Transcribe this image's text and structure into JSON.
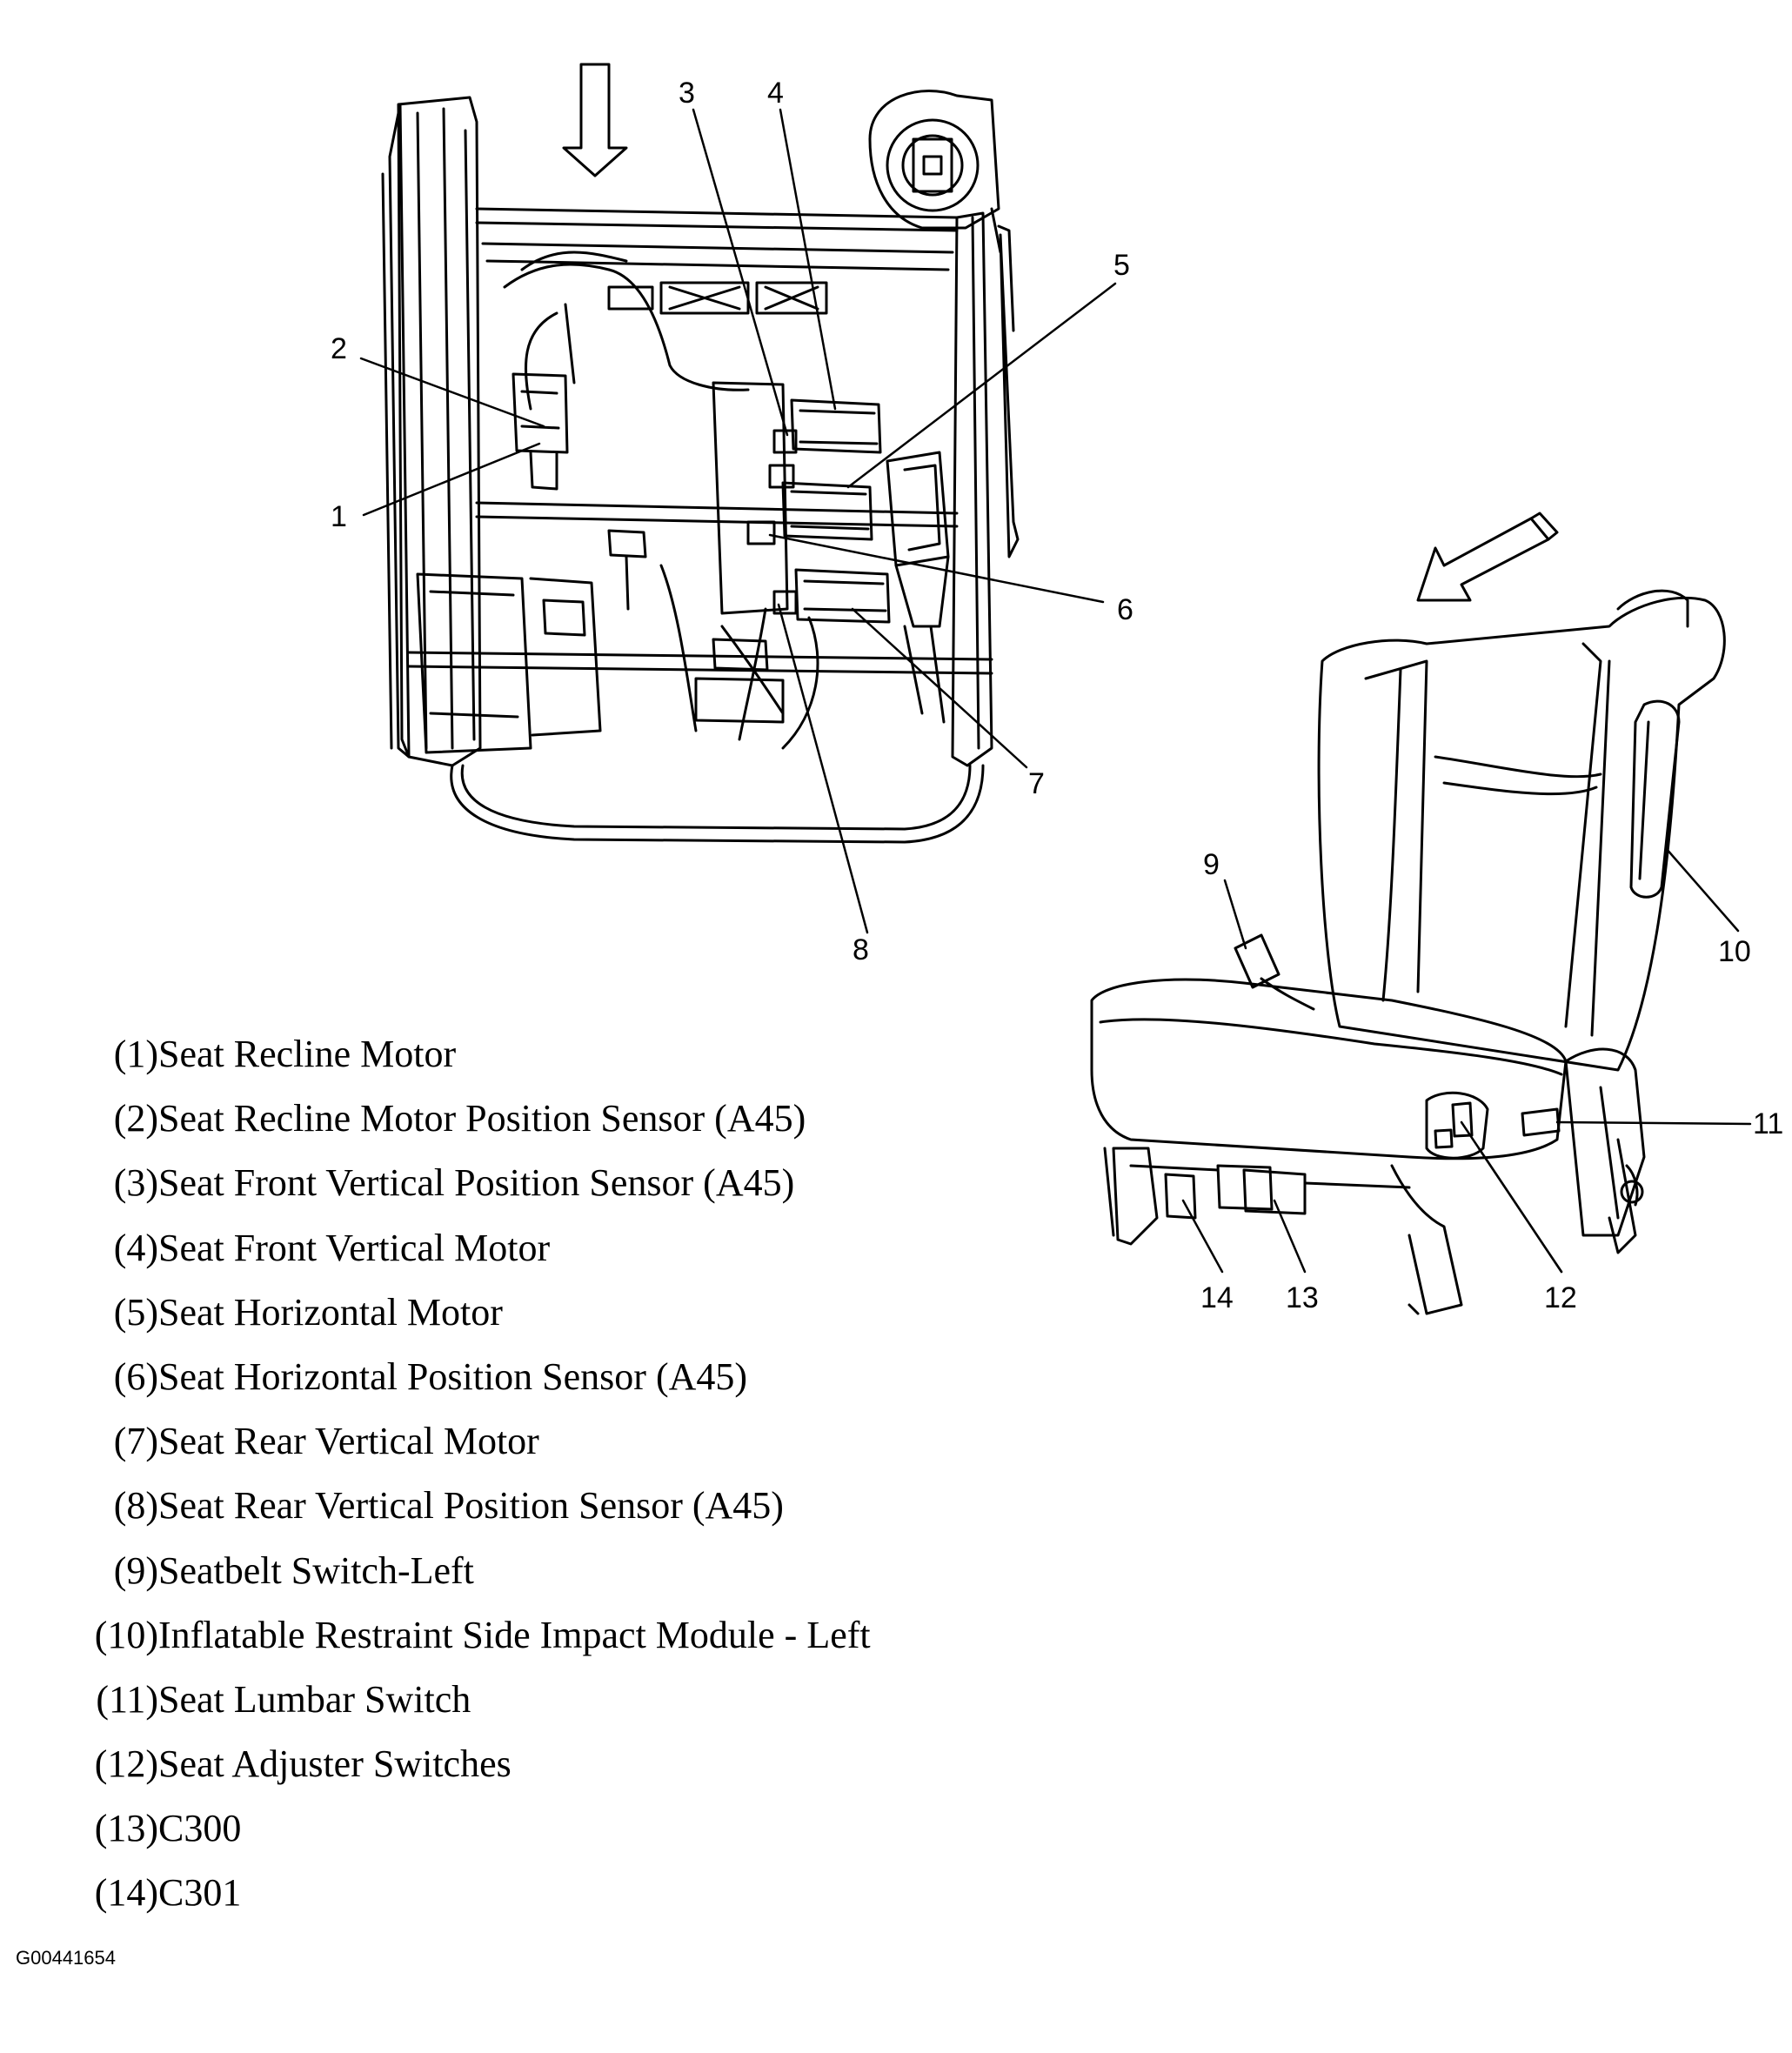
{
  "callouts": [
    {
      "id": "1",
      "label": "1"
    },
    {
      "id": "2",
      "label": "2"
    },
    {
      "id": "3",
      "label": "3"
    },
    {
      "id": "4",
      "label": "4"
    },
    {
      "id": "5",
      "label": "5"
    },
    {
      "id": "6",
      "label": "6"
    },
    {
      "id": "7",
      "label": "7"
    },
    {
      "id": "8",
      "label": "8"
    },
    {
      "id": "9",
      "label": "9"
    },
    {
      "id": "10",
      "label": "10"
    },
    {
      "id": "11",
      "label": "11"
    },
    {
      "id": "12",
      "label": "12"
    },
    {
      "id": "13",
      "label": "13"
    },
    {
      "id": "14",
      "label": "14"
    }
  ],
  "legend": [
    {
      "num": "(1)",
      "text": "Seat Recline Motor"
    },
    {
      "num": "(2)",
      "text": "Seat Recline Motor Position Sensor (A45)"
    },
    {
      "num": "(3)",
      "text": "Seat Front Vertical Position Sensor (A45)"
    },
    {
      "num": "(4)",
      "text": "Seat Front Vertical Motor"
    },
    {
      "num": "(5)",
      "text": "Seat Horizontal Motor"
    },
    {
      "num": "(6)",
      "text": "Seat Horizontal Position Sensor (A45)"
    },
    {
      "num": "(7)",
      "text": "Seat Rear Vertical Motor"
    },
    {
      "num": "(8)",
      "text": "Seat Rear Vertical Position Sensor (A45)"
    },
    {
      "num": "(9)",
      "text": "Seatbelt Switch-Left"
    },
    {
      "num": "(10)",
      "text": "Inflatable Restraint Side Impact Module - Left"
    },
    {
      "num": "(11)",
      "text": "Seat Lumbar Switch"
    },
    {
      "num": "(12)",
      "text": "Seat Adjuster Switches"
    },
    {
      "num": "(13)",
      "text": "C300"
    },
    {
      "num": "(14)",
      "text": "C301"
    }
  ],
  "figure_id": "G00441654"
}
